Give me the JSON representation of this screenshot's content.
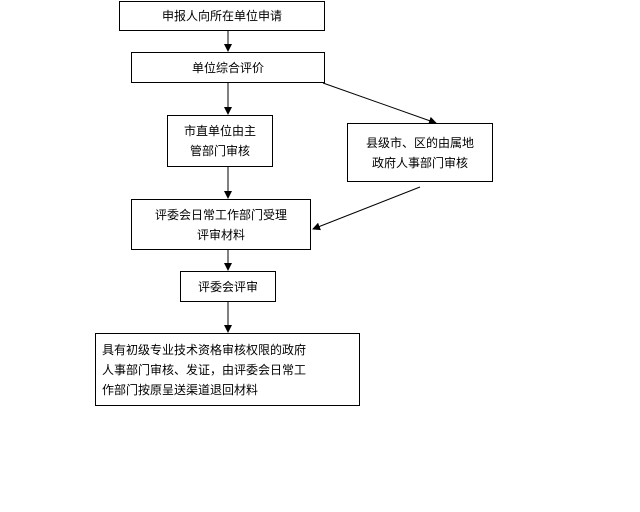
{
  "flowchart": {
    "nodes": [
      {
        "id": "n1",
        "text": "申报人向所在单位申请"
      },
      {
        "id": "n2",
        "text": "单位综合评价"
      },
      {
        "id": "n3",
        "text": "市直单位由主\n管部门审核"
      },
      {
        "id": "n4",
        "text": "县级市、区的由属地\n政府人事部门审核"
      },
      {
        "id": "n5",
        "text": "评委会日常工作部门受理\n评审材料"
      },
      {
        "id": "n6",
        "text": "评委会评审"
      },
      {
        "id": "n7",
        "text": "具有初级专业技术资格审核权限的政府\n人事部门审核、发证，由评委会日常工\n作部门按原呈送渠道退回材料"
      }
    ],
    "edges": [
      {
        "from": "n1",
        "to": "n2"
      },
      {
        "from": "n2",
        "to": "n3"
      },
      {
        "from": "n2",
        "to": "n4"
      },
      {
        "from": "n3",
        "to": "n5"
      },
      {
        "from": "n4",
        "to": "n5"
      },
      {
        "from": "n5",
        "to": "n6"
      },
      {
        "from": "n6",
        "to": "n7"
      }
    ]
  }
}
